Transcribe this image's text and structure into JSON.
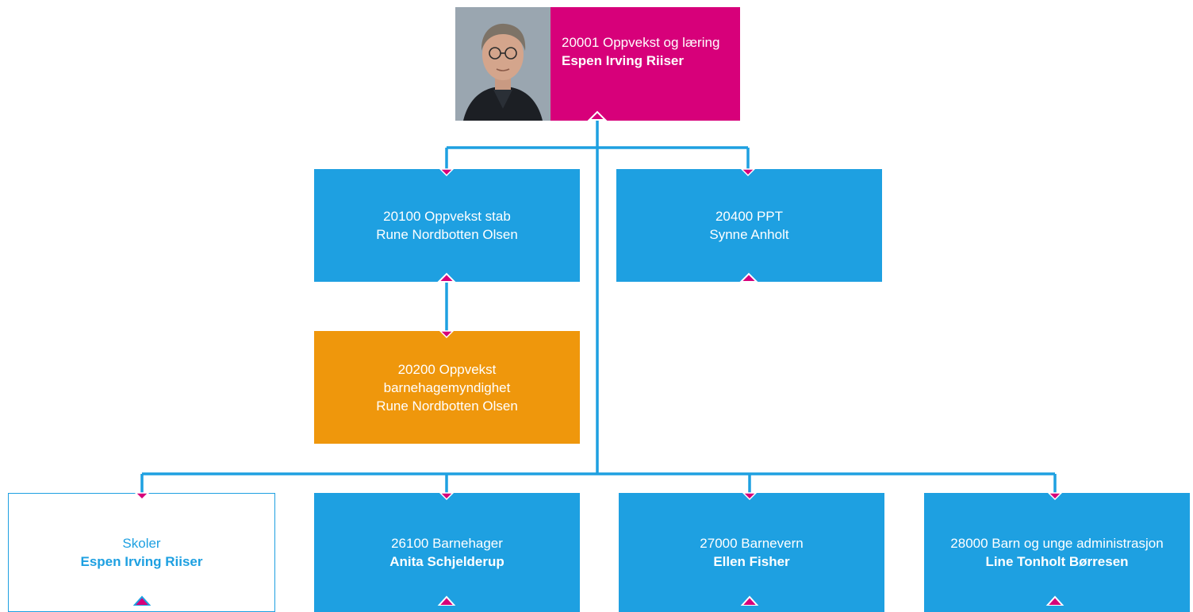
{
  "colors": {
    "accent_blue": "#1ea0e1",
    "magenta": "#d7007a",
    "orange": "#ef970c",
    "outline_bg": "#ffffff"
  },
  "root": {
    "code_name": "20001 Oppvekst og læring",
    "person": "Espen Irving Riiser",
    "photo_icon": "portrait-photo"
  },
  "level1": [
    {
      "code_name": "20100 Oppvekst stab",
      "person": "Rune Nordbotten Olsen"
    },
    {
      "code_name": "20400 PPT",
      "person": "Synne Anholt"
    }
  ],
  "staff_child": {
    "code_name": "20200 Oppvekst barnehagemyndighet",
    "person": "Rune Nordbotten Olsen"
  },
  "level2": [
    {
      "code_name": "Skoler",
      "person": "Espen Irving Riiser"
    },
    {
      "code_name": "26100 Barnehager",
      "person": "Anita Schjelderup"
    },
    {
      "code_name": "27000 Barnevern",
      "person": "Ellen Fisher"
    },
    {
      "code_name": "28000 Barn og unge administrasjon",
      "person": "Line Tonholt Børresen"
    }
  ]
}
